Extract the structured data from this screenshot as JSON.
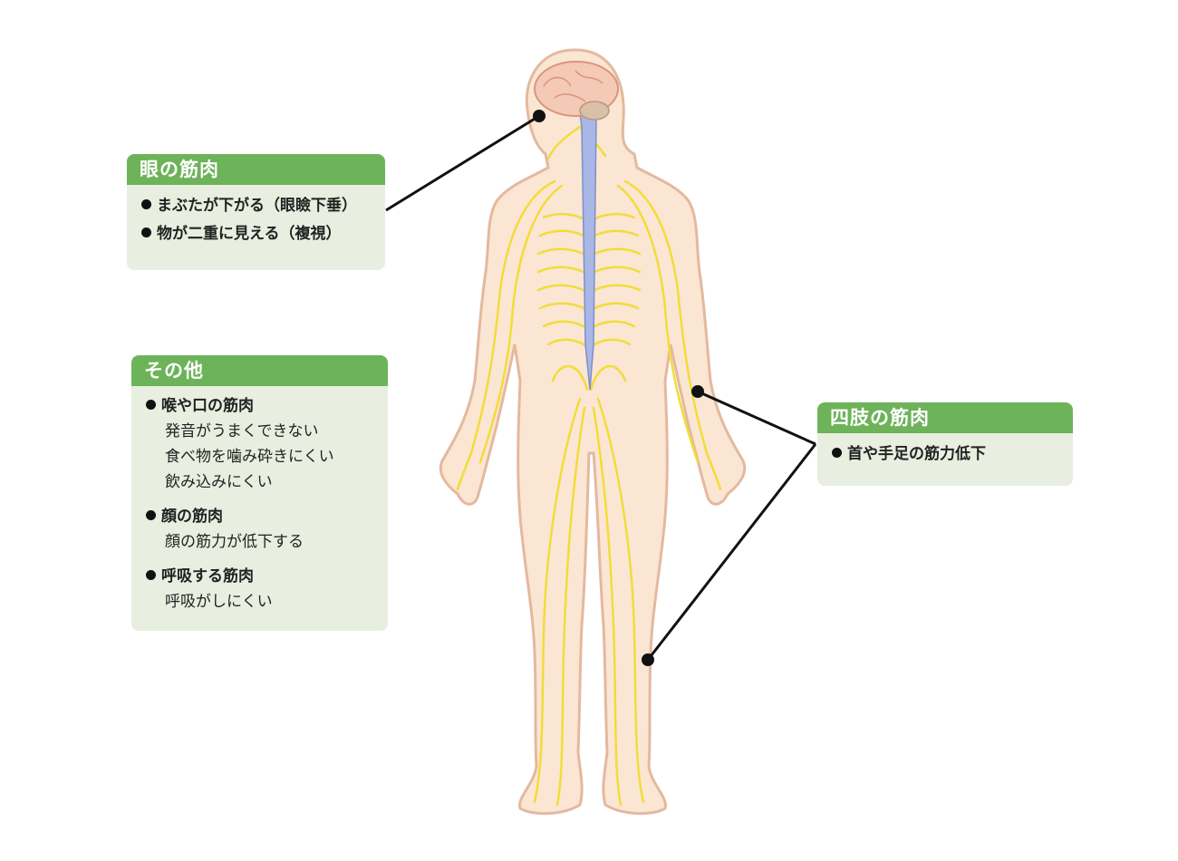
{
  "cards": {
    "eye": {
      "title": "眼の筋肉",
      "items": [
        "まぶたが下がる（眼瞼下垂）",
        "物が二重に見える（複視）"
      ]
    },
    "other": {
      "title": "その他",
      "groups": [
        {
          "heading": "喉や口の筋肉",
          "lines": [
            "発音がうまくできない",
            "食べ物を噛み砕きにくい",
            "飲み込みにくい"
          ]
        },
        {
          "heading": "顔の筋肉",
          "lines": [
            "顔の筋力が低下する"
          ]
        },
        {
          "heading": "呼吸する筋肉",
          "lines": [
            "呼吸がしにくい"
          ]
        }
      ]
    },
    "limbs": {
      "title": "四肢の筋肉",
      "items": [
        "首や手足の筋力低下"
      ]
    }
  },
  "colors": {
    "header_green": "#6db35a",
    "card_bg": "#e8efe0",
    "skin": "#fbe6d3",
    "skin_outline": "#e3b9a0",
    "nerve": "#f2dc3a",
    "spinal_cord": "#a9b7e6",
    "brain": "#f4c9b5",
    "connector": "#111111"
  }
}
